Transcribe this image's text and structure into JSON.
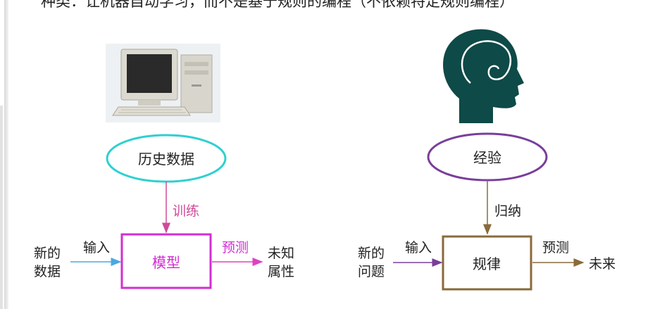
{
  "caption": "种类：让机器自动学习，而不是基于规则的编程（不依赖特定规则编程）",
  "machine": {
    "input_node": "历史数据",
    "edge_train": "训练",
    "model_node": "模型",
    "side_input_line1": "新的",
    "side_input_line2": "数据",
    "edge_input": "输入",
    "edge_predict": "预测",
    "output_line1": "未知",
    "output_line2": "属性"
  },
  "human": {
    "input_node": "经验",
    "edge_induce": "归纳",
    "rule_node": "规律",
    "side_input_line1": "新的",
    "side_input_line2": "问题",
    "edge_input": "输入",
    "edge_predict": "预测",
    "output": "未来"
  },
  "colors": {
    "cyan": "#2fd0d0",
    "magenta": "#d22ed2",
    "pink_arrow": "#d04a9a",
    "purple": "#7a3e9a",
    "brown": "#8a6a3a",
    "blue_arrow": "#4aa8e0",
    "head": "#0e4a47"
  }
}
